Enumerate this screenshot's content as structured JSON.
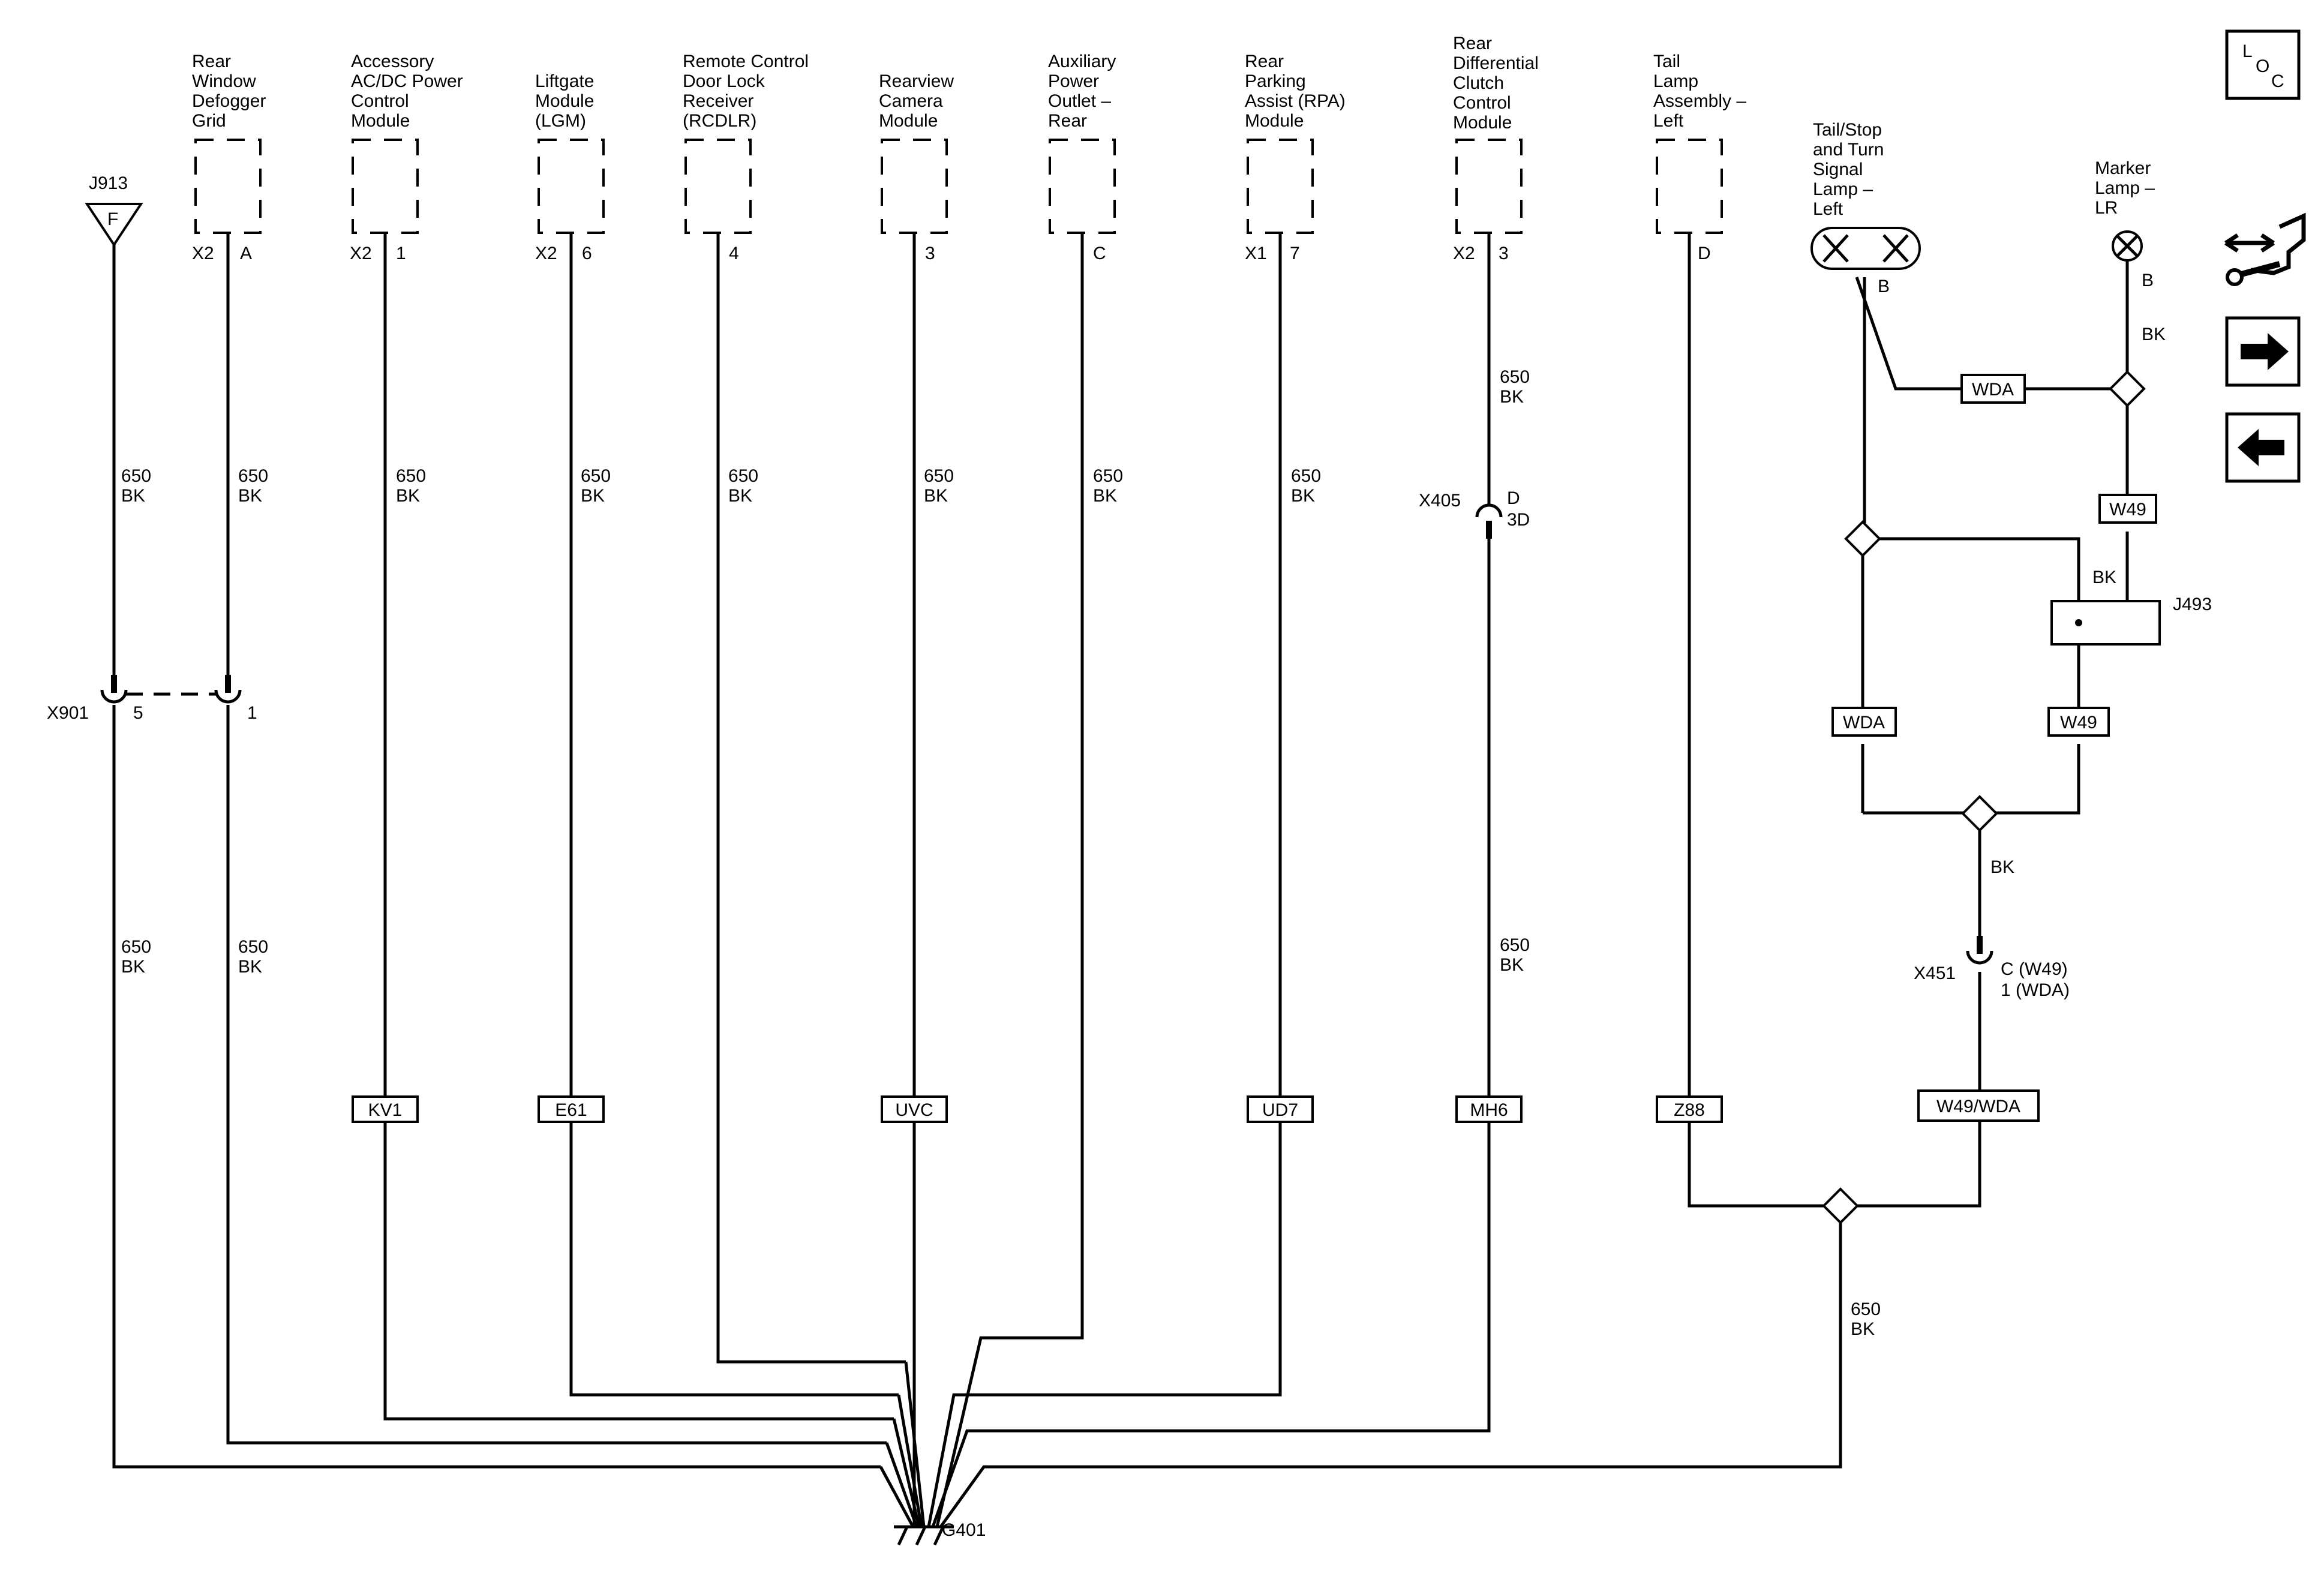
{
  "components": [
    {
      "lines": [
        "Rear",
        "Window",
        "Defogger",
        "Grid"
      ],
      "conn": "X2",
      "pin": "A"
    },
    {
      "lines": [
        "Accessory",
        "AC/DC Power",
        "Control",
        "Module"
      ],
      "conn": "X2",
      "pin": "1"
    },
    {
      "lines": [
        "Liftgate",
        "Module",
        "(LGM)"
      ],
      "conn": "X2",
      "pin": "6"
    },
    {
      "lines": [
        "Remote Control",
        "Door Lock",
        "Receiver",
        "(RCDLR)"
      ],
      "conn": "",
      "pin": "4"
    },
    {
      "lines": [
        "Rearview",
        "Camera",
        "Module"
      ],
      "conn": "",
      "pin": "3"
    },
    {
      "lines": [
        "Auxiliary",
        "Power",
        "Outlet –",
        "Rear"
      ],
      "conn": "",
      "pin": "C"
    },
    {
      "lines": [
        "Rear",
        "Parking",
        "Assist (RPA)",
        "Module"
      ],
      "conn": "X1",
      "pin": "7"
    },
    {
      "lines": [
        "Rear",
        "Differential",
        "Clutch",
        "Control",
        "Module"
      ],
      "conn": "X2",
      "pin": "3"
    },
    {
      "lines": [
        "Tail",
        "Lamp",
        "Assembly –",
        "Left"
      ],
      "conn": "",
      "pin": "D"
    }
  ],
  "j913": {
    "id": "J913",
    "symbol": "F"
  },
  "wire": {
    "circuit": "650",
    "color": "BK"
  },
  "x901": {
    "id": "X901",
    "pin_left": "5",
    "pin_right": "1"
  },
  "x405": {
    "id": "X405",
    "pin1": "D",
    "pin2": "3D"
  },
  "x451": {
    "id": "X451",
    "pin1": "C (W49)",
    "pin2": "1 (WDA)"
  },
  "options": [
    "KV1",
    "E61",
    "UVC",
    "UD7",
    "MH6",
    "Z88",
    "W49/WDA"
  ],
  "lamps": {
    "tail_stop": {
      "lines": [
        "Tail/Stop",
        "and Turn",
        "Signal",
        "Lamp –",
        "Left"
      ],
      "pin": "B"
    },
    "marker": {
      "lines": [
        "Marker",
        "Lamp –",
        "LR"
      ],
      "pin": "B"
    }
  },
  "wda": "WDA",
  "w49": "W49",
  "bk": "BK",
  "j493": "J493",
  "ground": "G401",
  "loc": {
    "l": "L",
    "o": "O",
    "c": "C"
  },
  "nav": {
    "icons": [
      "connector-swap-icon",
      "arrow-right-icon",
      "arrow-left-icon"
    ]
  }
}
